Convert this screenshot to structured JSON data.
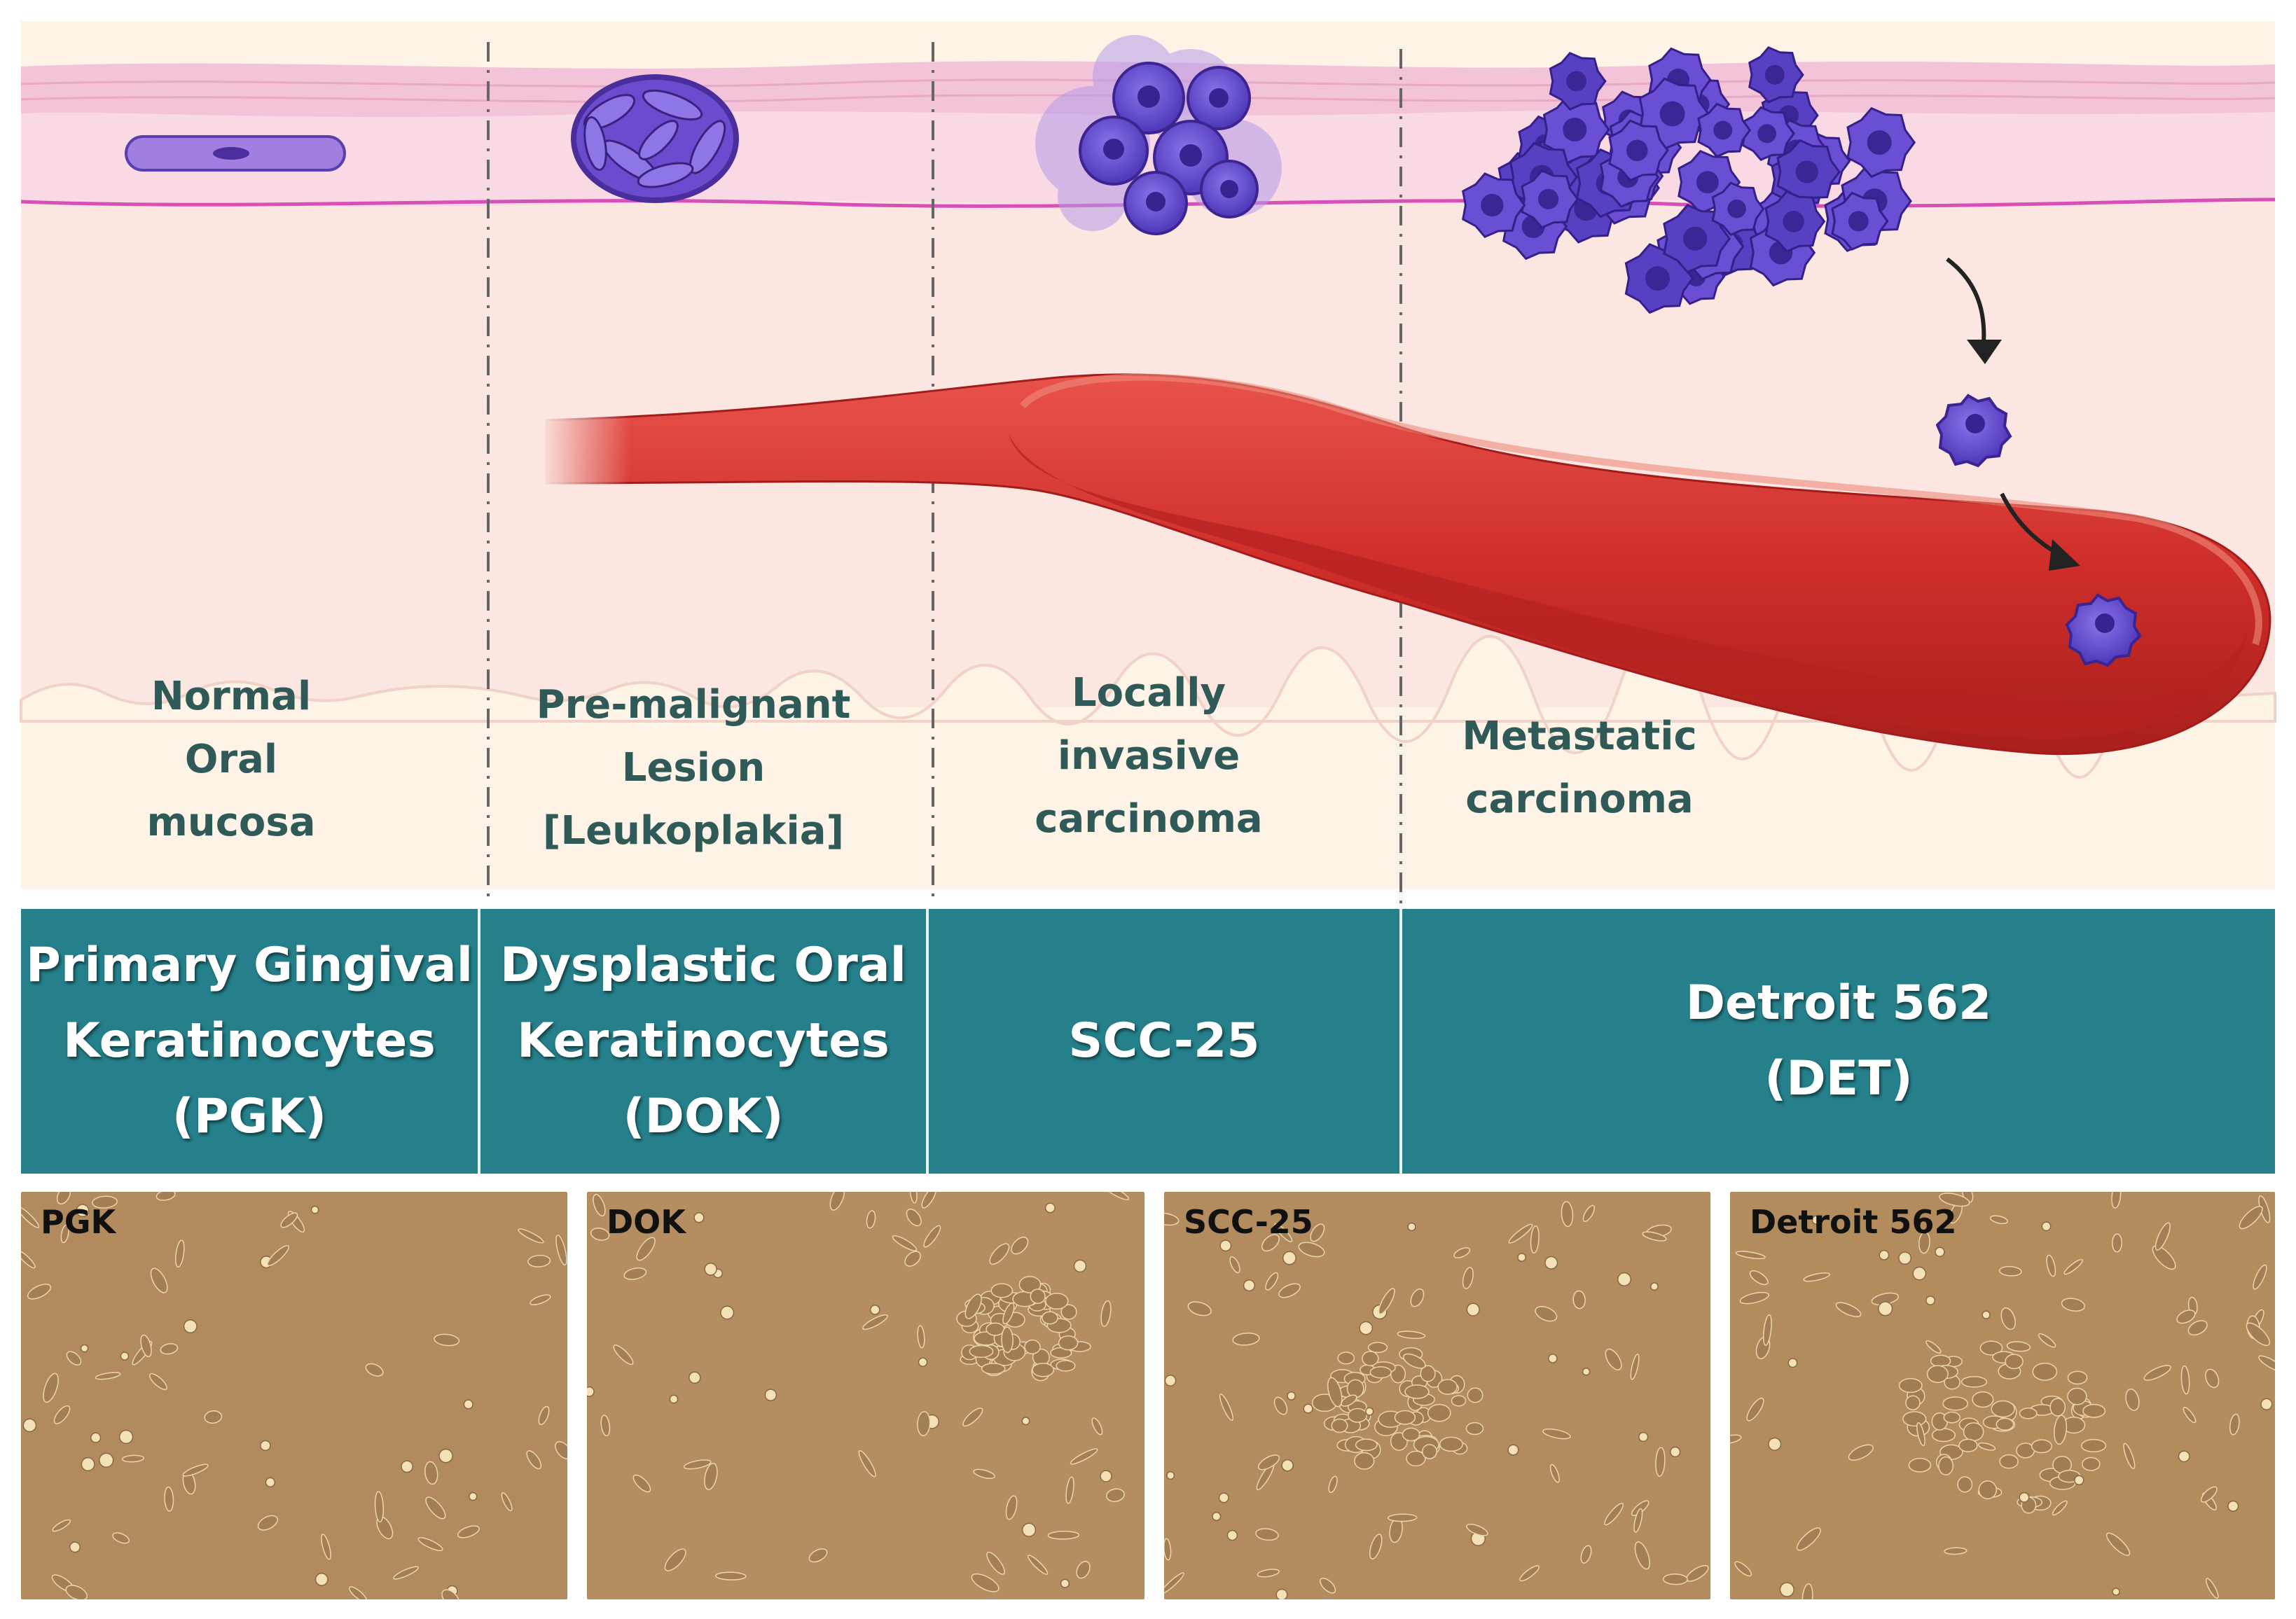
{
  "stages": [
    {
      "lines": [
        "Normal",
        "Oral",
        "mucosa"
      ]
    },
    {
      "lines": [
        "Pre-malignant",
        "Lesion",
        "[Leukoplakia]"
      ]
    },
    {
      "lines": [
        "Locally",
        "invasive",
        "carcinoma"
      ]
    },
    {
      "lines": [
        "Metastatic",
        "carcinoma"
      ]
    }
  ],
  "cell_lines": [
    {
      "lines": [
        "Primary Gingival",
        "Keratinocytes",
        "(PGK)"
      ]
    },
    {
      "lines": [
        "Dysplastic Oral",
        "Keratinocytes",
        "(DOK)"
      ]
    },
    {
      "lines": [
        "SCC-25"
      ]
    },
    {
      "lines": [
        "Detroit 562",
        "(DET)"
      ]
    }
  ],
  "micrographs": [
    {
      "label": "PGK"
    },
    {
      "label": "DOK"
    },
    {
      "label": "SCC-25"
    },
    {
      "label": "Detroit 562"
    }
  ],
  "colors": {
    "band": "#25808b",
    "tissue_top": "#f3c3d9",
    "tissue_mid": "#f8d9e4",
    "stroma": "#fbe6e1",
    "lower": "#fdf3e6",
    "tumor_cell": "#6b4fd6",
    "vessel": "#d2312e",
    "micrograph": "#b08a5c"
  },
  "icons": [
    "normal-cell-icon",
    "dysplastic-cluster-icon",
    "carcinoma-cluster-icon",
    "metastatic-cluster-icon",
    "blood-vessel-icon",
    "circulating-tumor-cell-icon",
    "arrow-down-icon"
  ]
}
